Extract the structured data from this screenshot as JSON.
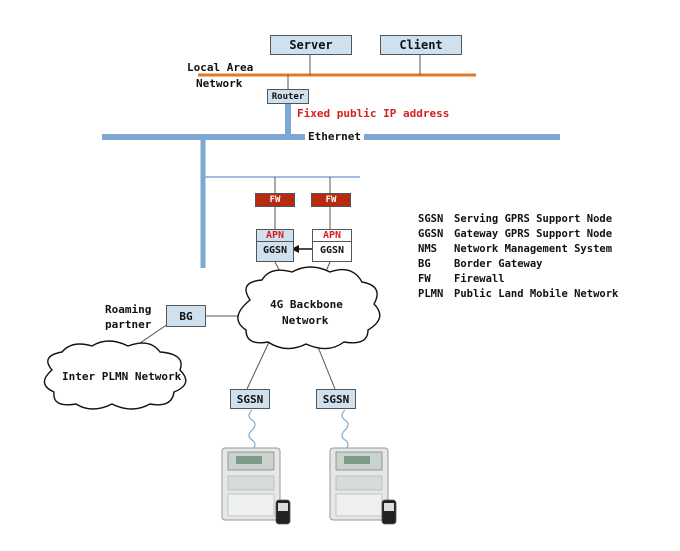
{
  "server": "Server",
  "client": "Client",
  "lan_label_1": "Local Area",
  "lan_label_2": "Network",
  "router": "Router",
  "fixed_ip": "Fixed public IP address",
  "ethernet": "Ethernet",
  "fw_left": "FW",
  "fw_right": "FW",
  "apn_left": "APN",
  "apn_right": "APN",
  "ggsn_left": "GGSN",
  "ggsn_right": "GGSN",
  "backbone_1": "4G Backbone",
  "backbone_2": "Network",
  "roaming_1": "Roaming",
  "roaming_2": "partner",
  "bg": "BG",
  "inter_plmn": "Inter PLMN Network",
  "sgsn_left": "SGSN",
  "sgsn_right": "SGSN",
  "legend": [
    {
      "abbr": "SGSN",
      "text": "Serving GPRS Support Node"
    },
    {
      "abbr": "GGSN",
      "text": "Gateway GPRS Support Node"
    },
    {
      "abbr": "NMS",
      "text": "Network Management System"
    },
    {
      "abbr": "BG",
      "text": "Border Gateway"
    },
    {
      "abbr": "FW",
      "text": "Firewall"
    },
    {
      "abbr": "PLMN",
      "text": "Public Land Mobile Network"
    }
  ],
  "colors": {
    "lan_line": "#e07a2a",
    "backbone_line": "#7fa7d6",
    "box_fill": "#cfe0ee",
    "highlight": "#d42020"
  }
}
